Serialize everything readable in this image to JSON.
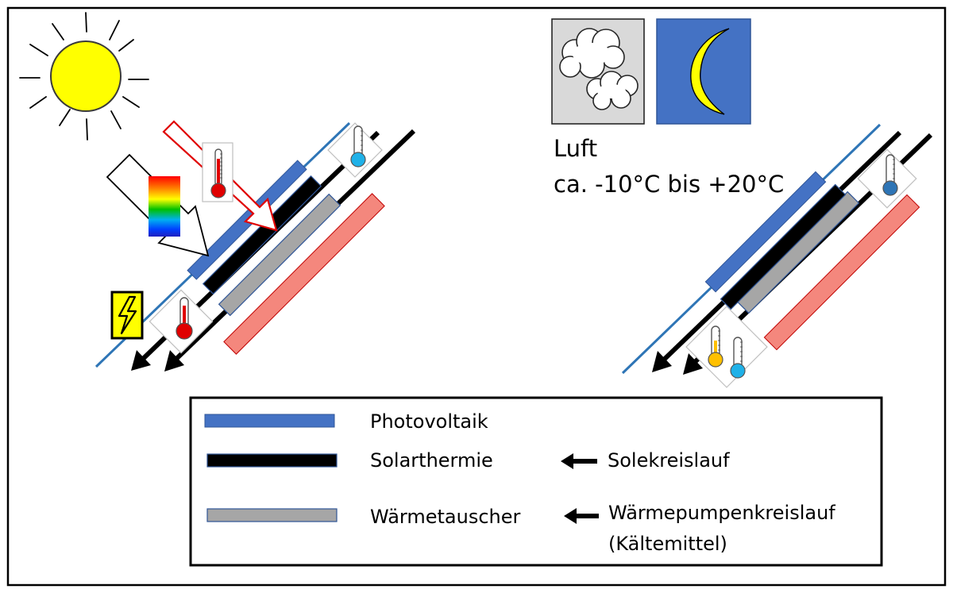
{
  "air_label": "Luft",
  "air_range": "ca. -10°C bis +20°C",
  "legend": {
    "photovoltaik": "Photovoltaik",
    "solarthermie": "Solarthermie",
    "waermetauscher": "Wärmetauscher",
    "solekreislauf": "Solekreislauf",
    "waermepumpe_line1": "Wärmepumpenkreislauf",
    "waermepumpe_line2": "(Kältemittel)"
  },
  "colors": {
    "photovoltaik": "#4472c4",
    "solarthermie": "#000000",
    "waermetauscher": "#a6a6a6",
    "heat_layer": "#f4877d",
    "sun": "#ffff00",
    "moon_sky": "#4472c4",
    "moon": "#ffff00",
    "cloud_box": "#d9d9d9",
    "hot_thermometer": "#e00000",
    "cold_thermometer": "#1fb1e8",
    "cool_thermometer": "#2e75b6",
    "warm_thermometer": "#ffc000",
    "lightning_box": "#ffff00"
  }
}
